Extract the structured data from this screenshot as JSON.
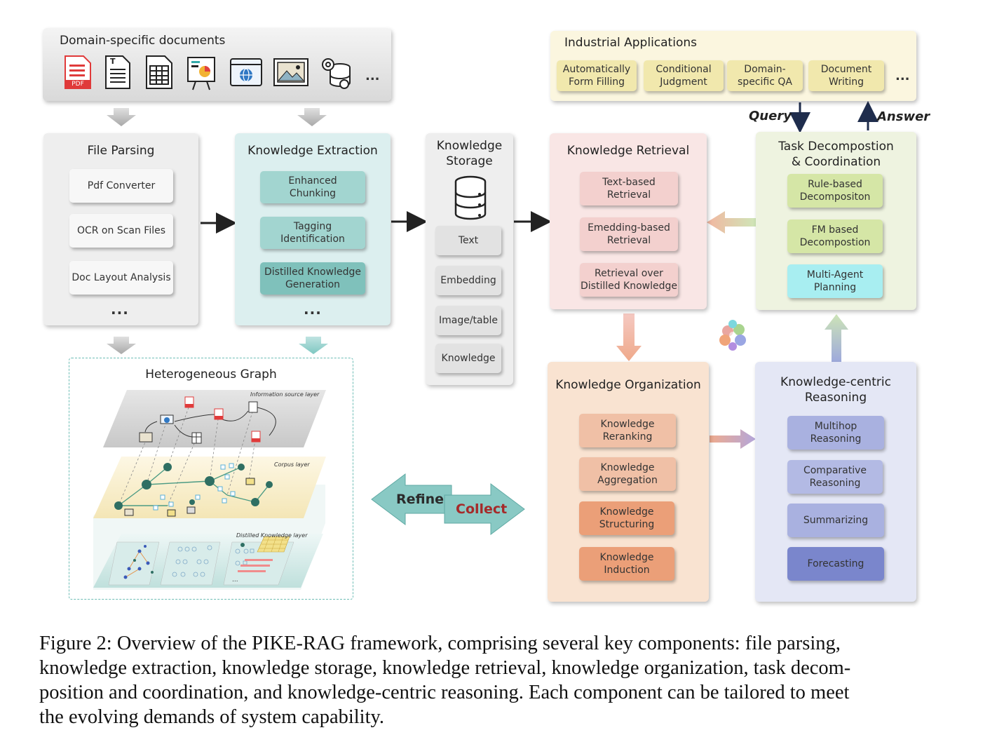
{
  "docs": {
    "title": "Domain-specific documents",
    "icons": [
      "pdf-icon",
      "text-document-icon",
      "spreadsheet-icon",
      "presentation-icon",
      "web-page-icon",
      "image-icon",
      "database-settings-icon"
    ],
    "pdf_label": "PDF",
    "text_label": "T",
    "more": "..."
  },
  "file_parsing": {
    "title": "File Parsing",
    "items": [
      "Pdf Converter",
      "OCR on Scan Files",
      "Doc Layout Analysis"
    ],
    "more": "..."
  },
  "knowledge_extraction": {
    "title": "Knowledge Extraction",
    "items": [
      "Enhanced\nChunking",
      "Tagging\nIdentification",
      "Distilled Knowledge\nGeneration"
    ],
    "more": "..."
  },
  "knowledge_storage": {
    "title": "Knowledge\nStorage",
    "items": [
      "Text",
      "Embedding",
      "Image/table",
      "Knowledge"
    ]
  },
  "knowledge_retrieval": {
    "title": "Knowledge Retrieval",
    "items": [
      "Text-based\nRetrieval",
      "Emedding-based\nRetrieval",
      "Retrieval over\nDistilled Knowledge"
    ]
  },
  "industrial_applications": {
    "title": "Industrial Applications",
    "items": [
      "Automatically\nForm Filling",
      "Conditional\nJudgment",
      "Domain-\nspecific QA",
      "Document\nWriting"
    ],
    "more": "..."
  },
  "task_decomposition": {
    "title": "Task Decompostion\n& Coordination",
    "items": [
      "Rule-based\nDecompositon",
      "FM based\nDecompostion",
      "Multi-Agent\nPlanning"
    ]
  },
  "arrows": {
    "query": "Query",
    "answer": "Answer",
    "refine": "Refine",
    "collect": "Collect"
  },
  "heterogeneous_graph": {
    "title": "Heterogeneous Graph",
    "layers": [
      "Information source layer",
      "Corpus layer",
      "Distilled Knowledge layer"
    ],
    "more": "..."
  },
  "knowledge_organization": {
    "title": "Knowledge Organization",
    "items": [
      "Knowledge\nReranking",
      "Knowledge\nAggregation",
      "Knowledge\nStructuring",
      "Knowledge\nInduction"
    ]
  },
  "knowledge_reasoning": {
    "title": "Knowledge-centric\nReasoning",
    "items": [
      "Multihop\nReasoning",
      "Comparative\nReasoning",
      "Summarizing",
      "Forecasting"
    ]
  },
  "caption": {
    "lines": [
      "Figure 2: Overview of the PIKE-RAG framework, comprising several key components: file parsing,",
      "knowledge extraction, knowledge storage, knowledge retrieval, knowledge organization, task decom-",
      "position and coordination, and knowledge-centric reasoning. Each component can be tailored to meet",
      "the evolving demands of system capability."
    ]
  },
  "colors": {
    "file_parsing_bg": "#eeeeee",
    "extraction_bg": "#dcefef",
    "extraction_btn": "#8ecdc7",
    "retrieval_bg": "#f9e6e5",
    "retrieval_btn": "#f3cfcd",
    "industrial_bg": "#fbf6df",
    "industrial_btn": "#f1e7a9",
    "task_bg": "#eef3e0",
    "task_btn": "#d6e8a8",
    "task_btn_cyan": "#a6eef0",
    "organization_bg": "#f9e3d1",
    "organization_btn": "#efb89a",
    "reasoning_bg": "#e4e7f5",
    "reasoning_btn": "#a9b1e0",
    "reasoning_btn_dark": "#7a86cc"
  }
}
